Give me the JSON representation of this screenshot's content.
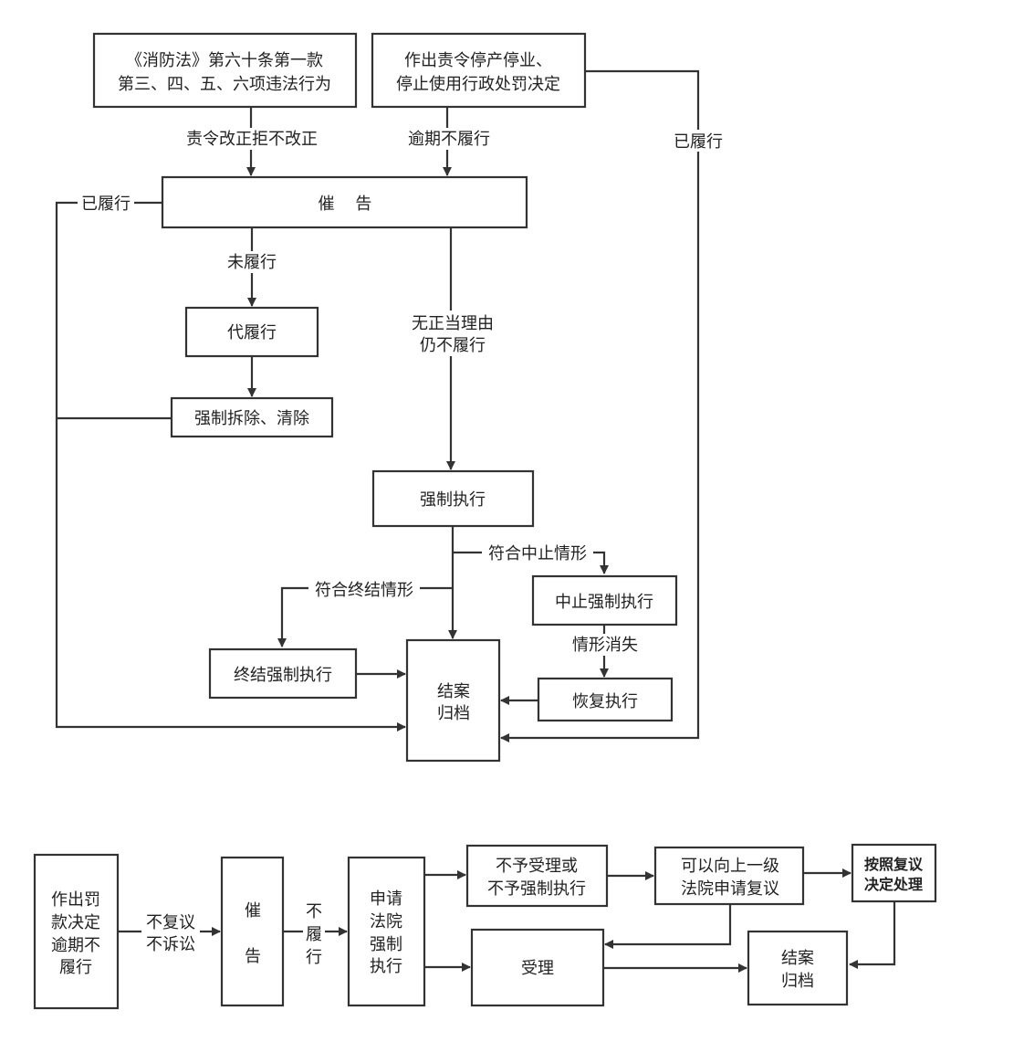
{
  "flow1": {
    "nodes": {
      "law_violation": [
        "《消防法》第六十条第一款",
        "第三、四、五、六项违法行为"
      ],
      "suspension_decision": [
        "作出责令停产停业、",
        "停止使用行政处罚决定"
      ],
      "urge": "催    告",
      "substitute_performance": "代履行",
      "forced_removal": "强制拆除、清除",
      "enforcement": "强制执行",
      "suspend_enforcement": "中止强制执行",
      "terminate_enforcement": "终结强制执行",
      "resume_enforcement": "恢复执行",
      "close_archive": [
        "结案",
        "归档"
      ]
    },
    "edges": {
      "order_correct_refused": "责令改正拒不改正",
      "overdue_not_performed": "逾期不履行",
      "performed_left": "已履行",
      "performed_right": "已履行",
      "not_performed": "未履行",
      "no_valid_reason": [
        "无正当理由",
        "仍不履行"
      ],
      "meets_suspension": "符合中止情形",
      "meets_termination": "符合终结情形",
      "circumstance_gone": "情形消失"
    }
  },
  "flow2": {
    "nodes": {
      "fine_overdue": [
        "作出罚",
        "款决定",
        "逾期不",
        "履行"
      ],
      "urge": [
        "催",
        "告"
      ],
      "apply_court": [
        "申请",
        "法院",
        "强制",
        "执行"
      ],
      "rejected": [
        "不予受理或",
        "不予强制执行"
      ],
      "appeal": [
        "可以向上一级",
        "法院申请复议"
      ],
      "per_decision": [
        "按照复议",
        "决定处理"
      ],
      "accepted": "受理",
      "close_archive": [
        "结案",
        "归档"
      ]
    },
    "edges": {
      "no_review_no_suit": [
        "不复议",
        "不诉讼"
      ],
      "not_performed": [
        "不",
        "履",
        "行"
      ]
    }
  }
}
